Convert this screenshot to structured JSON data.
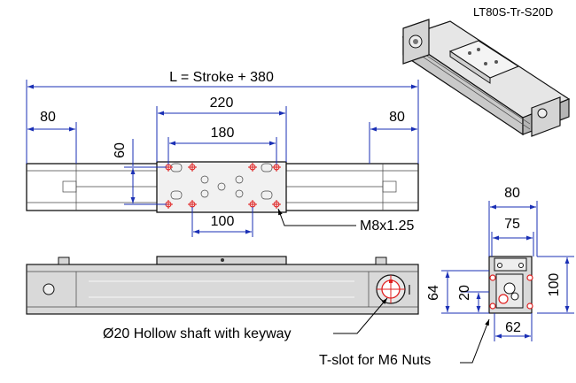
{
  "drawing": {
    "model_code": "LT80S-Tr-S20D",
    "dim_overall": "L = Stroke + 380",
    "dim_end_left": "80",
    "dim_end_right": "80",
    "dim_carriage_length": "220",
    "dim_hole_spacing_outer": "180",
    "dim_hole_spacing_inner": "100",
    "dim_carriage_height": "60",
    "thread_callout": "M8x1.25",
    "shaft_callout": "Ø20 Hollow shaft with keyway",
    "slot_callout": "T-slot for M6 Nuts",
    "section_width_outer": "80",
    "section_width_inner": "75",
    "section_bottom_width": "62",
    "section_height": "100",
    "section_shaft_height": "64",
    "section_shaft_offset": "20"
  }
}
